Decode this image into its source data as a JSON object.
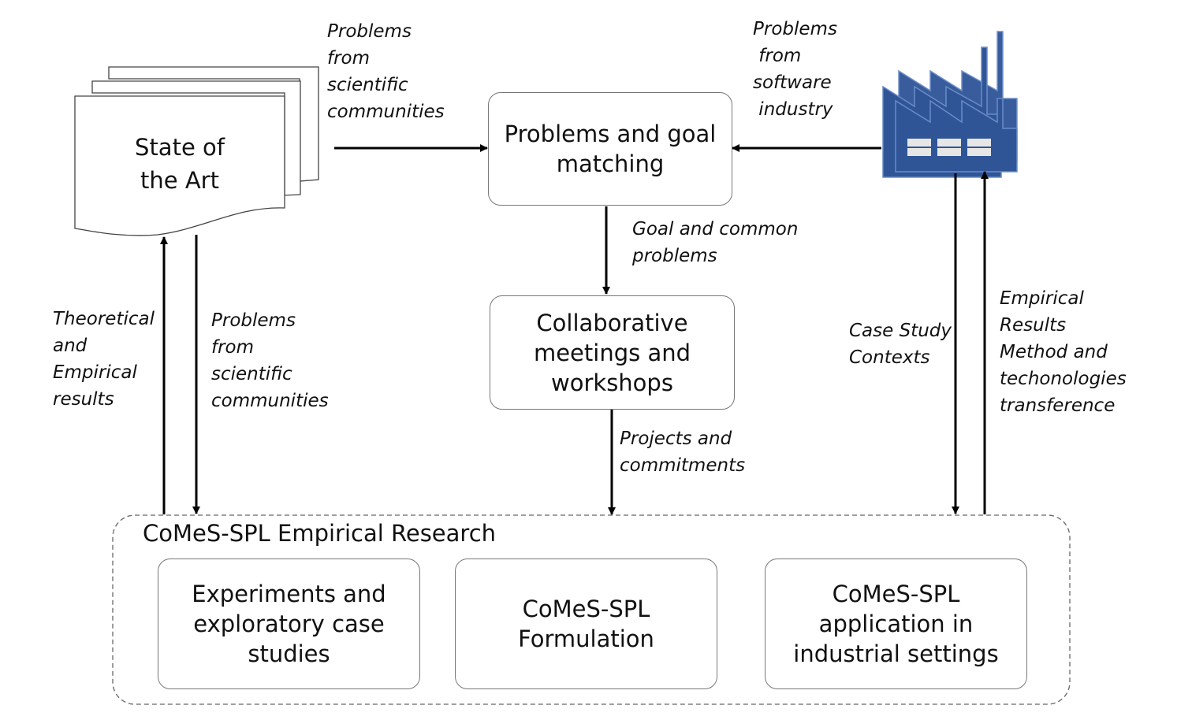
{
  "nodes": {
    "state_of_art": "State of\nthe Art",
    "problems_goal": "Problems and goal\nmatching",
    "collab": "Collaborative\nmeetings and\nworkshops",
    "container_title": "CoMeS-SPL Empirical Research",
    "experiments": "Experiments and\nexploratory case\nstudies",
    "formulation": "CoMeS-SPL\nFormulation",
    "application": "CoMeS-SPL\napplication in\nindustrial settings"
  },
  "edge_labels": {
    "sci_to_problems": "Problems\nfrom\nscientific\ncommunities",
    "industry_to_problems": "Problems\n from\nsoftware\n industry",
    "goal_common": "Goal and common\nproblems",
    "projects_commitments": "Projects and\ncommitments",
    "theoretical_results": "Theoretical\nand\nEmpirical\nresults",
    "sci_down": "Problems\nfrom\nscientific\ncommunities",
    "case_study": "Case Study\nContexts",
    "empirical_results": "Empirical\nResults\nMethod and\ntechonologies\ntransference"
  },
  "colors": {
    "factory": "#2f5597",
    "factory_window": "#e6e6e6",
    "stroke": "#000000"
  }
}
